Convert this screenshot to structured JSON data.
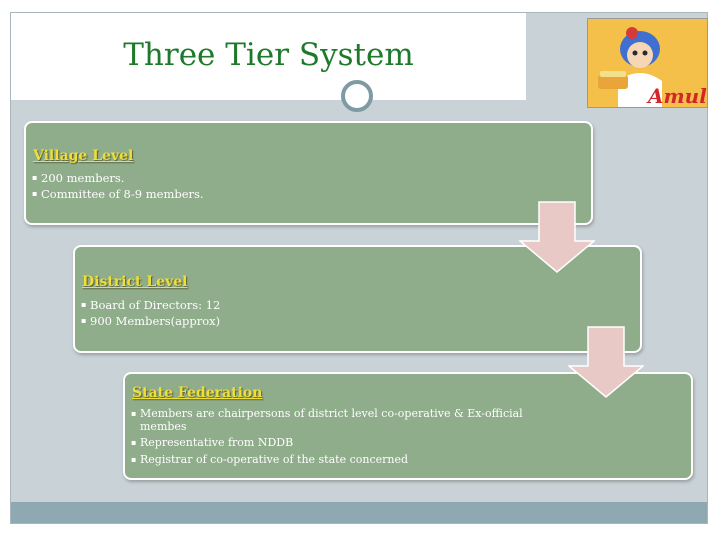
{
  "title": "Three Tier System",
  "logo": {
    "brand_text": "Amul"
  },
  "tiers": [
    {
      "heading": "Village Level",
      "bullets": [
        "200 members.",
        "Committee of 8-9 members."
      ]
    },
    {
      "heading": "District Level",
      "bullets": [
        "Board of Directors: 12",
        "900 Members(approx)"
      ]
    },
    {
      "heading": "State Federation",
      "bullets": [
        "Members are chairpersons of district level co-operative & Ex-official membes",
        "Representative from NDDB",
        "Registrar of co-operative of the state concerned"
      ]
    }
  ],
  "colors": {
    "title": "#1e7a2a",
    "box": "#8fac8b",
    "heading": "#eedf3a",
    "arrow": "#e8c9c6",
    "background": "#c9d3d7",
    "footer": "#8ea9b2"
  }
}
